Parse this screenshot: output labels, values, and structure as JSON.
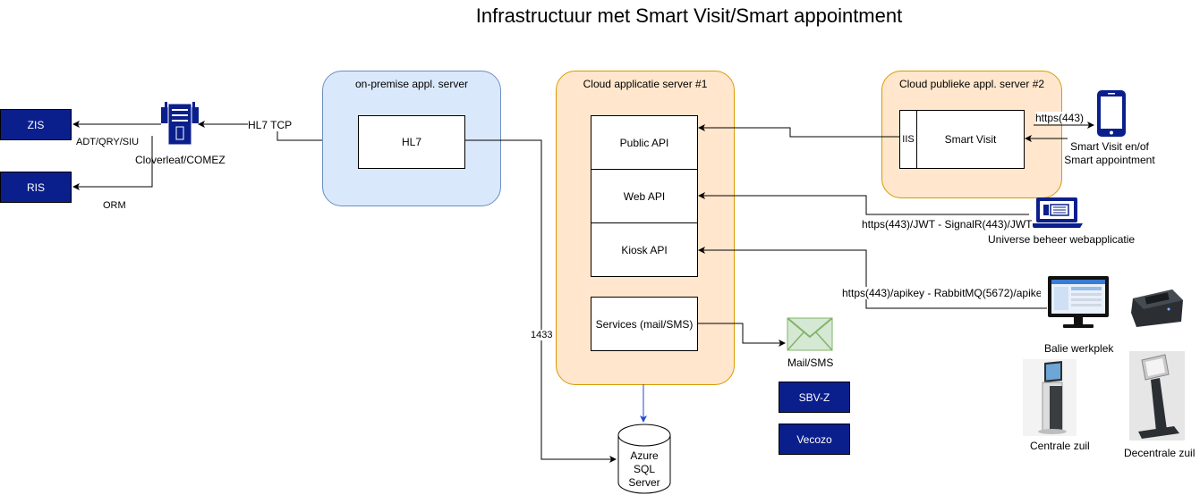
{
  "title": "Infrastructuur met Smart Visit/Smart appointment",
  "nodes": {
    "zis": "ZIS",
    "ris": "RIS",
    "cloverleaf": "Cloverleaf/COMEZ",
    "onprem_group": "on-premise appl. server",
    "hl7": "HL7",
    "cloud1_group": "Cloud applicatie server #1",
    "public_api": "Public API",
    "web_api": "Web API",
    "kiosk_api": "Kiosk API",
    "services": "Services (mail/SMS)",
    "cloud2_group": "Cloud publieke appl. server #2",
    "iis": "IIS",
    "smart_visit": "Smart Visit",
    "smartphone": "Smart Visit en/of\nSmart appointment",
    "webapp": "Universe beheer webapplicatie",
    "balie": "Balie werkplek",
    "centrale_zuil": "Centrale zuil",
    "decentrale_zuil": "Decentrale zuil",
    "mail_sms": "Mail/SMS",
    "sbvz": "SBV-Z",
    "vecozo": "Vecozo",
    "sql": "Azure\nSQL\nServer"
  },
  "edges": {
    "zis_link": "ADT/QRY/SIU",
    "ris_link": "ORM",
    "hl7_link": "HL7 TCP",
    "sql_link": "1433",
    "phone_link": "https(443)",
    "webapp_link": "https(443)/JWT - SignalR(443)/JWT",
    "balie_link": "https(443)/apikey - RabbitMQ(5672)/apikey"
  },
  "colors": {
    "navy": "#0b1f8c",
    "blue_group": "#dae8fc",
    "orange_group": "#ffe6cc",
    "orange_border": "#d79b00",
    "db_arrow": "#2548d6"
  }
}
